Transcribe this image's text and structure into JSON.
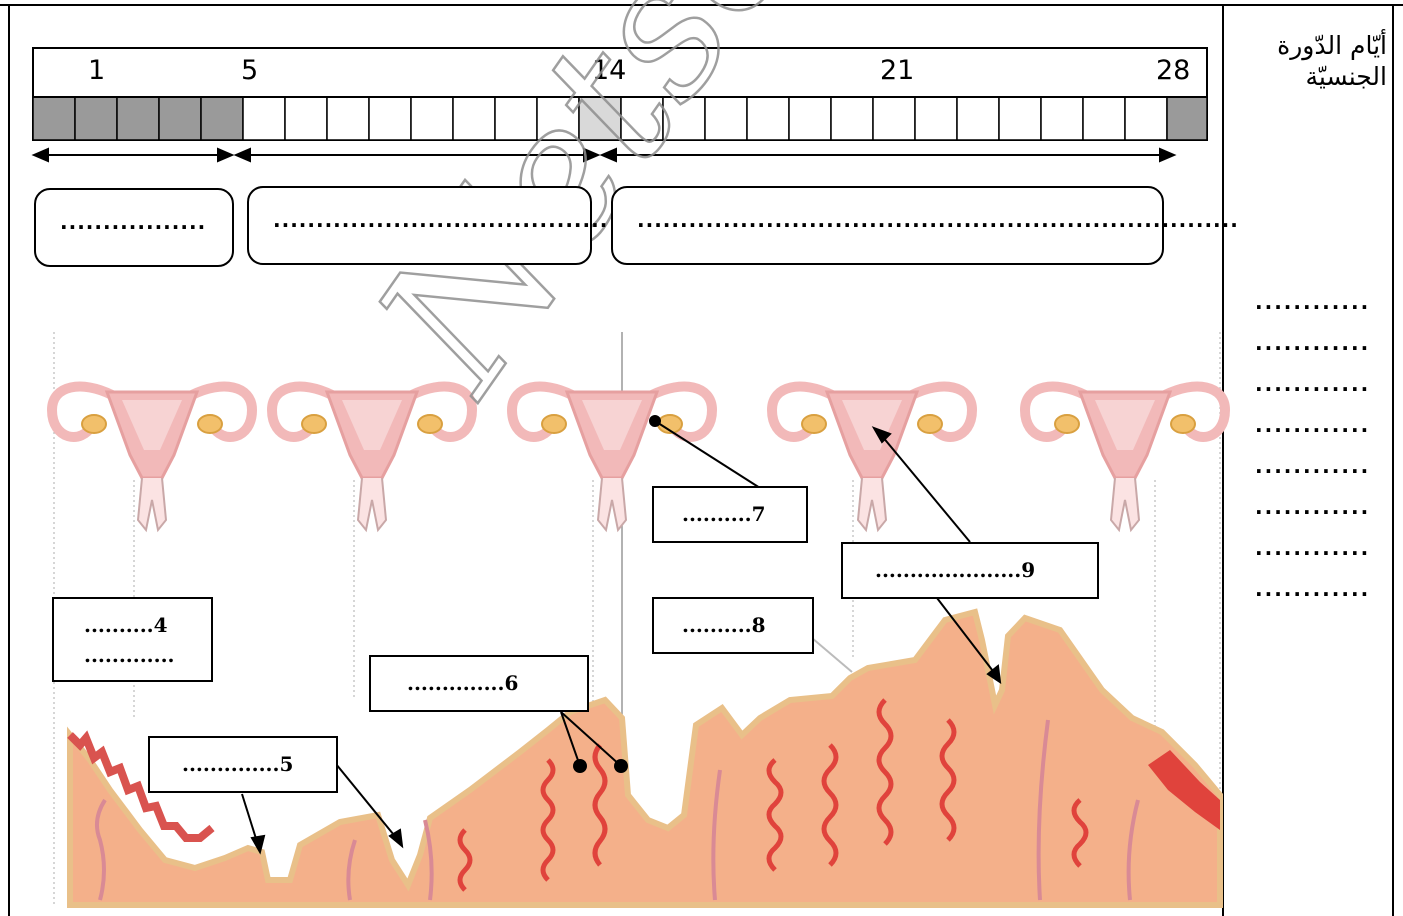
{
  "cycle_title": "أيّام الدّورة الجنسيّة",
  "day_numbers": [
    "1",
    "5",
    "14",
    "21",
    "28"
  ],
  "phase_blanks": [
    ".................",
    ".......................................",
    "......................................................................"
  ],
  "side_blanks": [
    "............",
    "............",
    "............",
    "............",
    "............",
    "............",
    "............",
    "............"
  ],
  "labels": {
    "l4_line1": "..........4",
    "l4_line2": ".............",
    "l5": "..............5",
    "l6": "..............6",
    "l7": "..........7",
    "l8": "..........8",
    "l9": ".....................9"
  },
  "watermark": "Netscho",
  "colors": {
    "menstruation_cell": "#9a9a9a",
    "ovulation_cell": "#d9d9d9",
    "tissue": "#f4b08a",
    "tissue_edge": "#e9c089",
    "vessel": "#e0433c",
    "uterus": "#f2b9b9"
  }
}
